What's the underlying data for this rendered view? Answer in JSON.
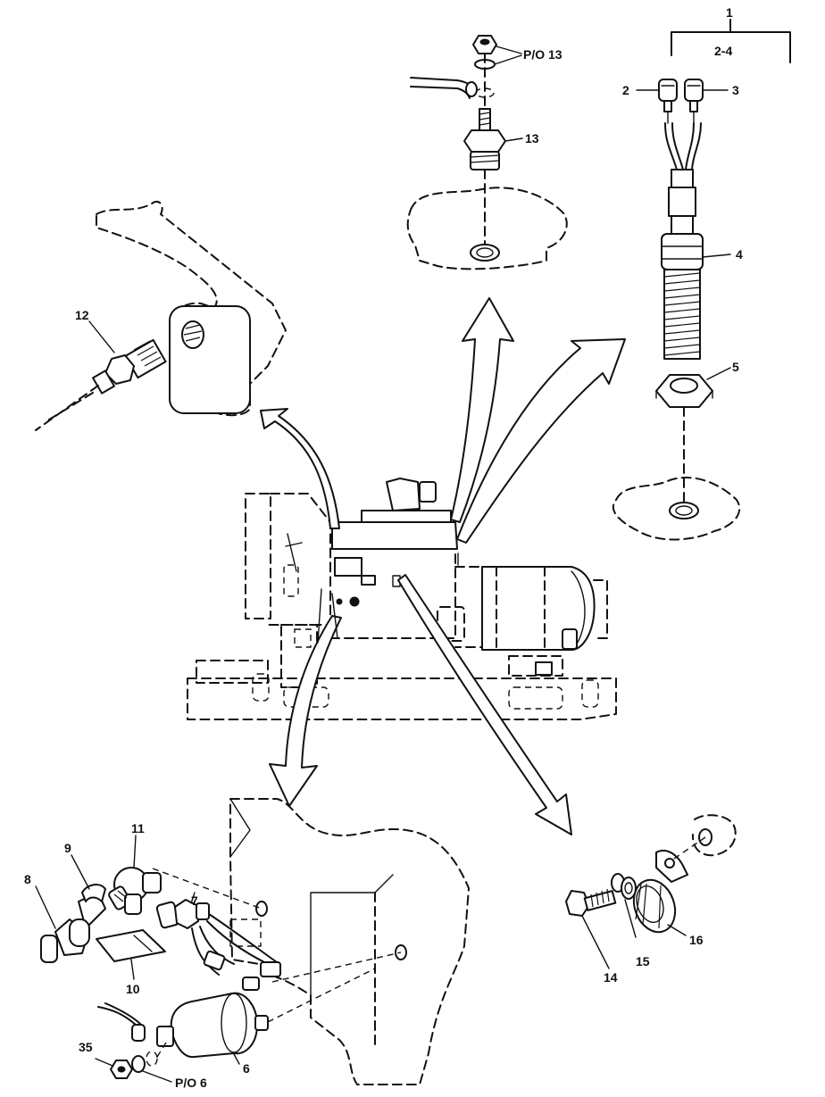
{
  "labels": {
    "c1": "1",
    "c2": "2",
    "c3": "3",
    "c4": "4",
    "c5": "5",
    "c6": "6",
    "c7": "7",
    "c8": "8",
    "c9": "9",
    "c10": "10",
    "c11": "11",
    "c12": "12",
    "c13": "13",
    "c14": "14",
    "c15": "15",
    "c16": "16",
    "c35": "35",
    "range": "2-4",
    "po13": "P/O 13",
    "po6": "P/O 6"
  }
}
